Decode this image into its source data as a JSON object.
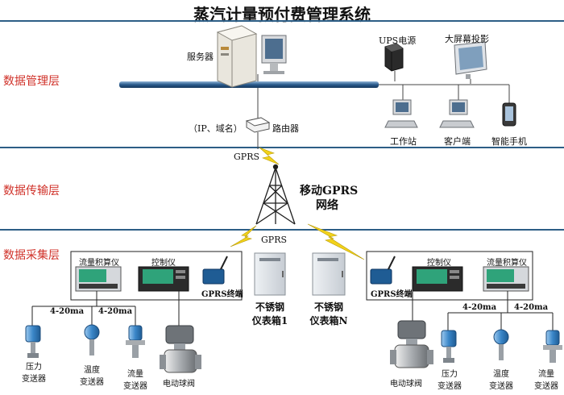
{
  "title": "蒸汽计量预付费管理系统",
  "layers": {
    "data_management": "数据管理层",
    "data_transmission": "数据传输层",
    "data_collection": "数据采集层"
  },
  "management": {
    "server": "服务器",
    "ups": "UPS电源",
    "big_screen": "大屏幕投影",
    "router_note": "（IP、域名）",
    "router": "路由器",
    "workstation": "工作站",
    "client": "客户端",
    "smartphone": "智能手机"
  },
  "transmission": {
    "gprs_top": "GPRS",
    "network_line1": "移动GPRS",
    "network_line2": "网络",
    "gprs_bottom": "GPRS"
  },
  "collection": {
    "left": {
      "flow_calc": "流量积算仪",
      "controller": "控制仪",
      "gprs_terminal": "GPRS终端",
      "signal_a": "4-20ma",
      "signal_b": "4-20ma",
      "pressure_1": "压力",
      "pressure_2": "变送器",
      "temp_1": "温度",
      "temp_2": "变送器",
      "flow_1": "流量",
      "flow_2": "变送器",
      "valve": "电动球阀"
    },
    "box1_line1": "不锈钢",
    "box1_line2": "仪表箱1",
    "boxN_line1": "不锈钢",
    "boxN_line2": "仪表箱N",
    "right": {
      "controller": "控制仪",
      "flow_calc": "流量积算仪",
      "gprs_terminal": "GPRS终端",
      "signal_a": "4-20ma",
      "signal_b": "4-20ma",
      "valve": "电动球阀",
      "pressure_1": "压力",
      "pressure_2": "变送器",
      "temp_1": "温度",
      "temp_2": "变送器",
      "flow_1": "流量",
      "flow_2": "变送器"
    }
  },
  "colors": {
    "layer_label": "#d0322a",
    "separator": "#2d5e86",
    "lightning": "#f2d21a",
    "screen": "#2fa37a",
    "transmitter": "#3a86c8",
    "cabinet": "#d9dde2"
  }
}
